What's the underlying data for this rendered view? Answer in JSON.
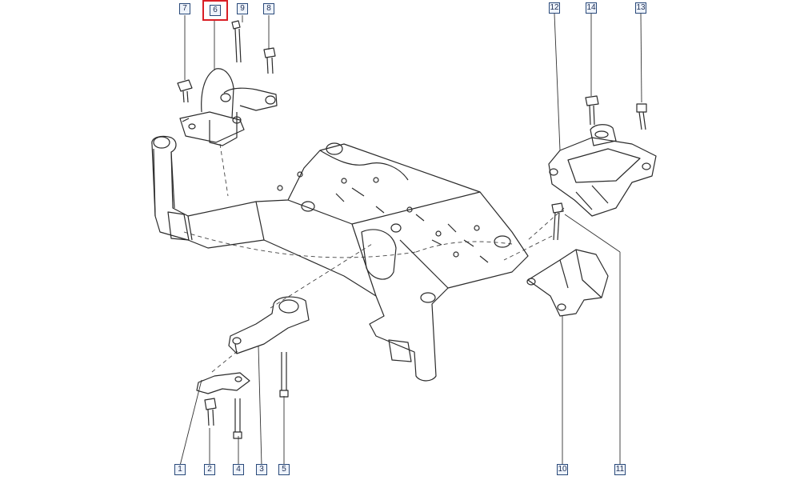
{
  "callouts": [
    {
      "id": "1",
      "label": "1",
      "selected": false
    },
    {
      "id": "2",
      "label": "2",
      "selected": false
    },
    {
      "id": "3",
      "label": "3",
      "selected": false
    },
    {
      "id": "4",
      "label": "4",
      "selected": false
    },
    {
      "id": "5",
      "label": "5",
      "selected": false
    },
    {
      "id": "6",
      "label": "6",
      "selected": true
    },
    {
      "id": "7",
      "label": "7",
      "selected": false
    },
    {
      "id": "8",
      "label": "8",
      "selected": false
    },
    {
      "id": "9",
      "label": "9",
      "selected": false
    },
    {
      "id": "10",
      "label": "10",
      "selected": false
    },
    {
      "id": "11",
      "label": "11",
      "selected": false
    },
    {
      "id": "12",
      "label": "12",
      "selected": false
    },
    {
      "id": "13",
      "label": "13",
      "selected": false
    },
    {
      "id": "14",
      "label": "14",
      "selected": false
    }
  ],
  "colors": {
    "line": "#2b2b2b",
    "callout_border": "#2a4a7a",
    "highlight": "#d91f26"
  }
}
